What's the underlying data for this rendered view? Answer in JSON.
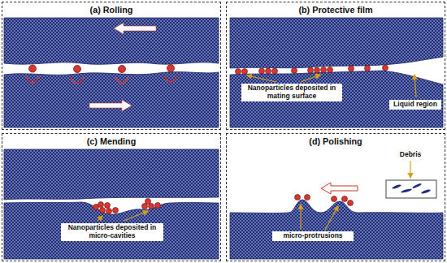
{
  "diagram": {
    "nodes": [
      {
        "text": [
          "(a) Rolling"
        ]
      },
      {
        "text": [
          "(b) Protective film",
          "Nanoparticles deposited in mating surface",
          "Liquid region"
        ]
      },
      {
        "text": [
          "(c) Mending",
          "Nanoparticles deposited in micro-cavities"
        ]
      },
      {
        "text": [
          "(d) Polishing",
          "Debris",
          "micro-protrusions"
        ]
      }
    ]
  }
}
